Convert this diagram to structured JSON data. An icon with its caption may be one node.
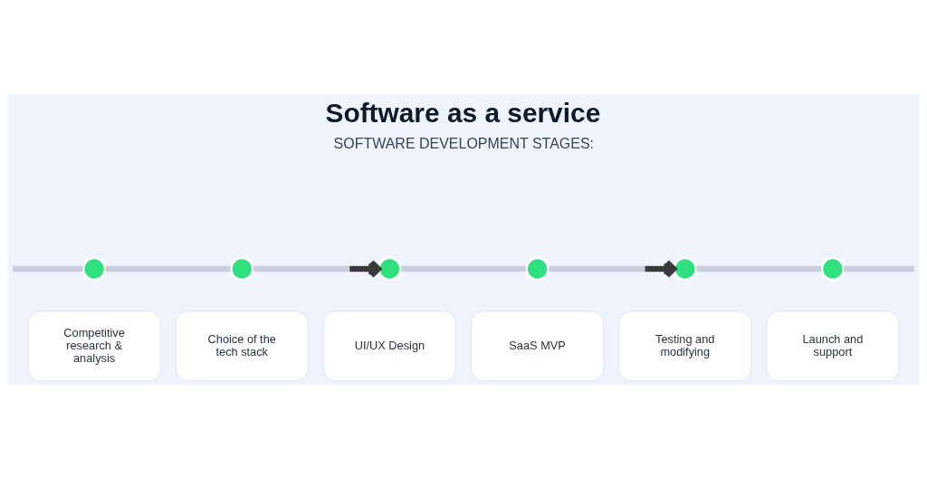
{
  "diagram": {
    "title": "Software as a service",
    "nodes": [
      {
        "text": [],
        "shape": "circle"
      },
      {
        "text": [],
        "shape": "circle"
      },
      {
        "text": [],
        "shape": "circle"
      },
      {
        "text": [],
        "shape": "circle"
      },
      {
        "text": [],
        "shape": "circle"
      },
      {
        "text": [],
        "shape": "circle"
      },
      {
        "text": [
          "Competitive research & analysis"
        ]
      },
      {
        "text": [
          "Choice of the tech stack"
        ]
      },
      {
        "text": [
          "UI/UX Design"
        ]
      },
      {
        "text": [
          "SaaS MVP"
        ]
      },
      {
        "text": [
          "Testing and modifying"
        ]
      },
      {
        "text": [
          "Launch and support"
        ]
      }
    ],
    "edges": [
      {
        "from": null,
        "to": 0,
        "arrow": "none"
      },
      {
        "from": 0,
        "to": 1,
        "arrow": "none"
      },
      {
        "from": 1,
        "to": 2,
        "arrow": "to"
      },
      {
        "from": 2,
        "to": 3,
        "arrow": "none"
      },
      {
        "from": 3,
        "to": 4,
        "arrow": "to"
      },
      {
        "from": 4,
        "to": 5,
        "arrow": "none"
      },
      {
        "from": 5,
        "to": null,
        "arrow": "none"
      }
    ],
    "labels": [
      "SOFTWARE DEVELOPMENT STAGES:"
    ]
  }
}
